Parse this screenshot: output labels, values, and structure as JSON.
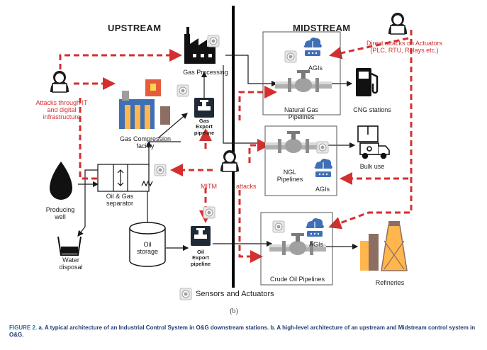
{
  "diagram": {
    "headers": {
      "upstream": "UPSTREAM",
      "midstream": "MIDSTREAM"
    },
    "labels": {
      "gas_processing": "Gas Processing",
      "gas_export_pipeline": "Gas\nExport\npipeline",
      "gas_compression_facility": "Gas Compression\nfacility",
      "producing_well": "Producing\nwell",
      "water_disposal": "Water\ndisposal",
      "oil_gas_separator": "Oil & Gas\nseparator",
      "oil_storage": "Oil\nstorage",
      "oil_export_pipeline": "Oil\nExport\npipeline",
      "natural_gas_pipelines": "Natural Gas\nPipelines",
      "cng_stations": "CNG stations",
      "ngl_pipelines": "NGL\nPipelines",
      "bulk_use": "Bulk use",
      "crude_oil_pipelines": "Crude Oil Pipelines",
      "refineries": "Refineries",
      "agis_1": "AGIs",
      "agis_2": "AGIs",
      "agis_3": "AGIs",
      "legend_sensors": "Sensors and Actuators",
      "subcaption": "(b)"
    },
    "attacks": {
      "it_attack": "Attacks through IT\nand digital\ninfrastructure",
      "direct_attack": "Direct attacks on Actuators\n(PLC, RTU, Relays etc.)",
      "mitm": "MITM",
      "mitm_attacks": "attacks"
    },
    "colors": {
      "attack": "#d32f2f",
      "agi": "#3f6fb5",
      "dark": "#1a1a1a",
      "divider": "#000000"
    },
    "icons": [
      "factory-icon",
      "hacker-icon",
      "compressor-icon",
      "oil-drop-icon",
      "separator-icon",
      "storage-tank-icon",
      "valve-icon",
      "pipeline-icon",
      "cloud-icon",
      "fuel-pump-icon",
      "truck-icon",
      "refinery-icon",
      "sensor-icon"
    ]
  },
  "caption": {
    "figure_label": "FIGURE 2.",
    "text": " a. A typical architecture of an Industrial Control System in O&G downstream stations. b. A high-level architecture of an upstream and Midstream control system in O&G."
  }
}
